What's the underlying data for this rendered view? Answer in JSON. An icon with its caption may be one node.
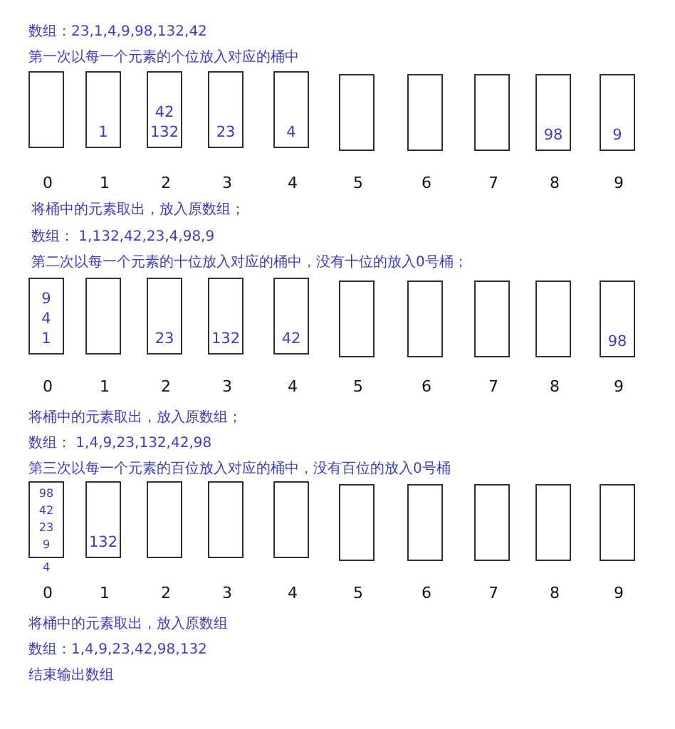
{
  "diagram": {
    "nodes": [
      {
        "text": [],
        "shape": "box"
      },
      {
        "text": [
          "1"
        ]
      },
      {
        "text": [
          "42",
          "132"
        ]
      },
      {
        "text": [
          "23"
        ]
      },
      {
        "text": [
          "4"
        ]
      },
      {
        "text": [],
        "shape": "box"
      },
      {
        "text": [],
        "shape": "box"
      },
      {
        "text": [],
        "shape": "box"
      },
      {
        "text": [
          "98"
        ]
      },
      {
        "text": [
          "9"
        ]
      },
      {
        "text": [
          "9",
          "4",
          "1"
        ]
      },
      {
        "text": [],
        "shape": "box"
      },
      {
        "text": [
          "23"
        ]
      },
      {
        "text": [
          "132"
        ]
      },
      {
        "text": [
          "42"
        ]
      },
      {
        "text": [],
        "shape": "box"
      },
      {
        "text": [],
        "shape": "box"
      },
      {
        "text": [],
        "shape": "box"
      },
      {
        "text": [],
        "shape": "box"
      },
      {
        "text": [
          "98"
        ]
      },
      {
        "text": [
          "98",
          "42",
          "23",
          "9"
        ],
        "beside": [
          "4"
        ]
      },
      {
        "text": [
          "132"
        ]
      },
      {
        "text": [],
        "shape": "box"
      },
      {
        "text": [],
        "shape": "box"
      },
      {
        "text": [],
        "shape": "box"
      },
      {
        "text": [],
        "shape": "box"
      },
      {
        "text": [],
        "shape": "box"
      },
      {
        "text": [],
        "shape": "box"
      },
      {
        "text": [],
        "shape": "box"
      },
      {
        "text": [],
        "shape": "box"
      }
    ],
    "labels": [
      "数组：23,1,4,9,98,132,42",
      "第一次以每一个元素的个位放入对应的桶中",
      "0",
      "1",
      "2",
      "3",
      "4",
      "5",
      "6",
      "7",
      "8",
      "9",
      "将桶中的元素取出，放入原数组；",
      "数组： 1,132,42,23,4,98,9",
      "第二次以每一个元素的十位放入对应的桶中，没有十位的放入0号桶；",
      "0",
      "1",
      "2",
      "3",
      "4",
      "5",
      "6",
      "7",
      "8",
      "9",
      "将桶中的元素取出，放入原数组；",
      "数组： 1,4,9,23,132,42,98",
      "第三次以每一个元素的百位放入对应的桶中，没有百位的放入0号桶",
      "0",
      "1",
      "2",
      "3",
      "4",
      "5",
      "6",
      "7",
      "8",
      "9",
      "将桶中的元素取出，放入原数组",
      "数组：1,4,9,23,42,98,132",
      "结束输出数组"
    ]
  }
}
